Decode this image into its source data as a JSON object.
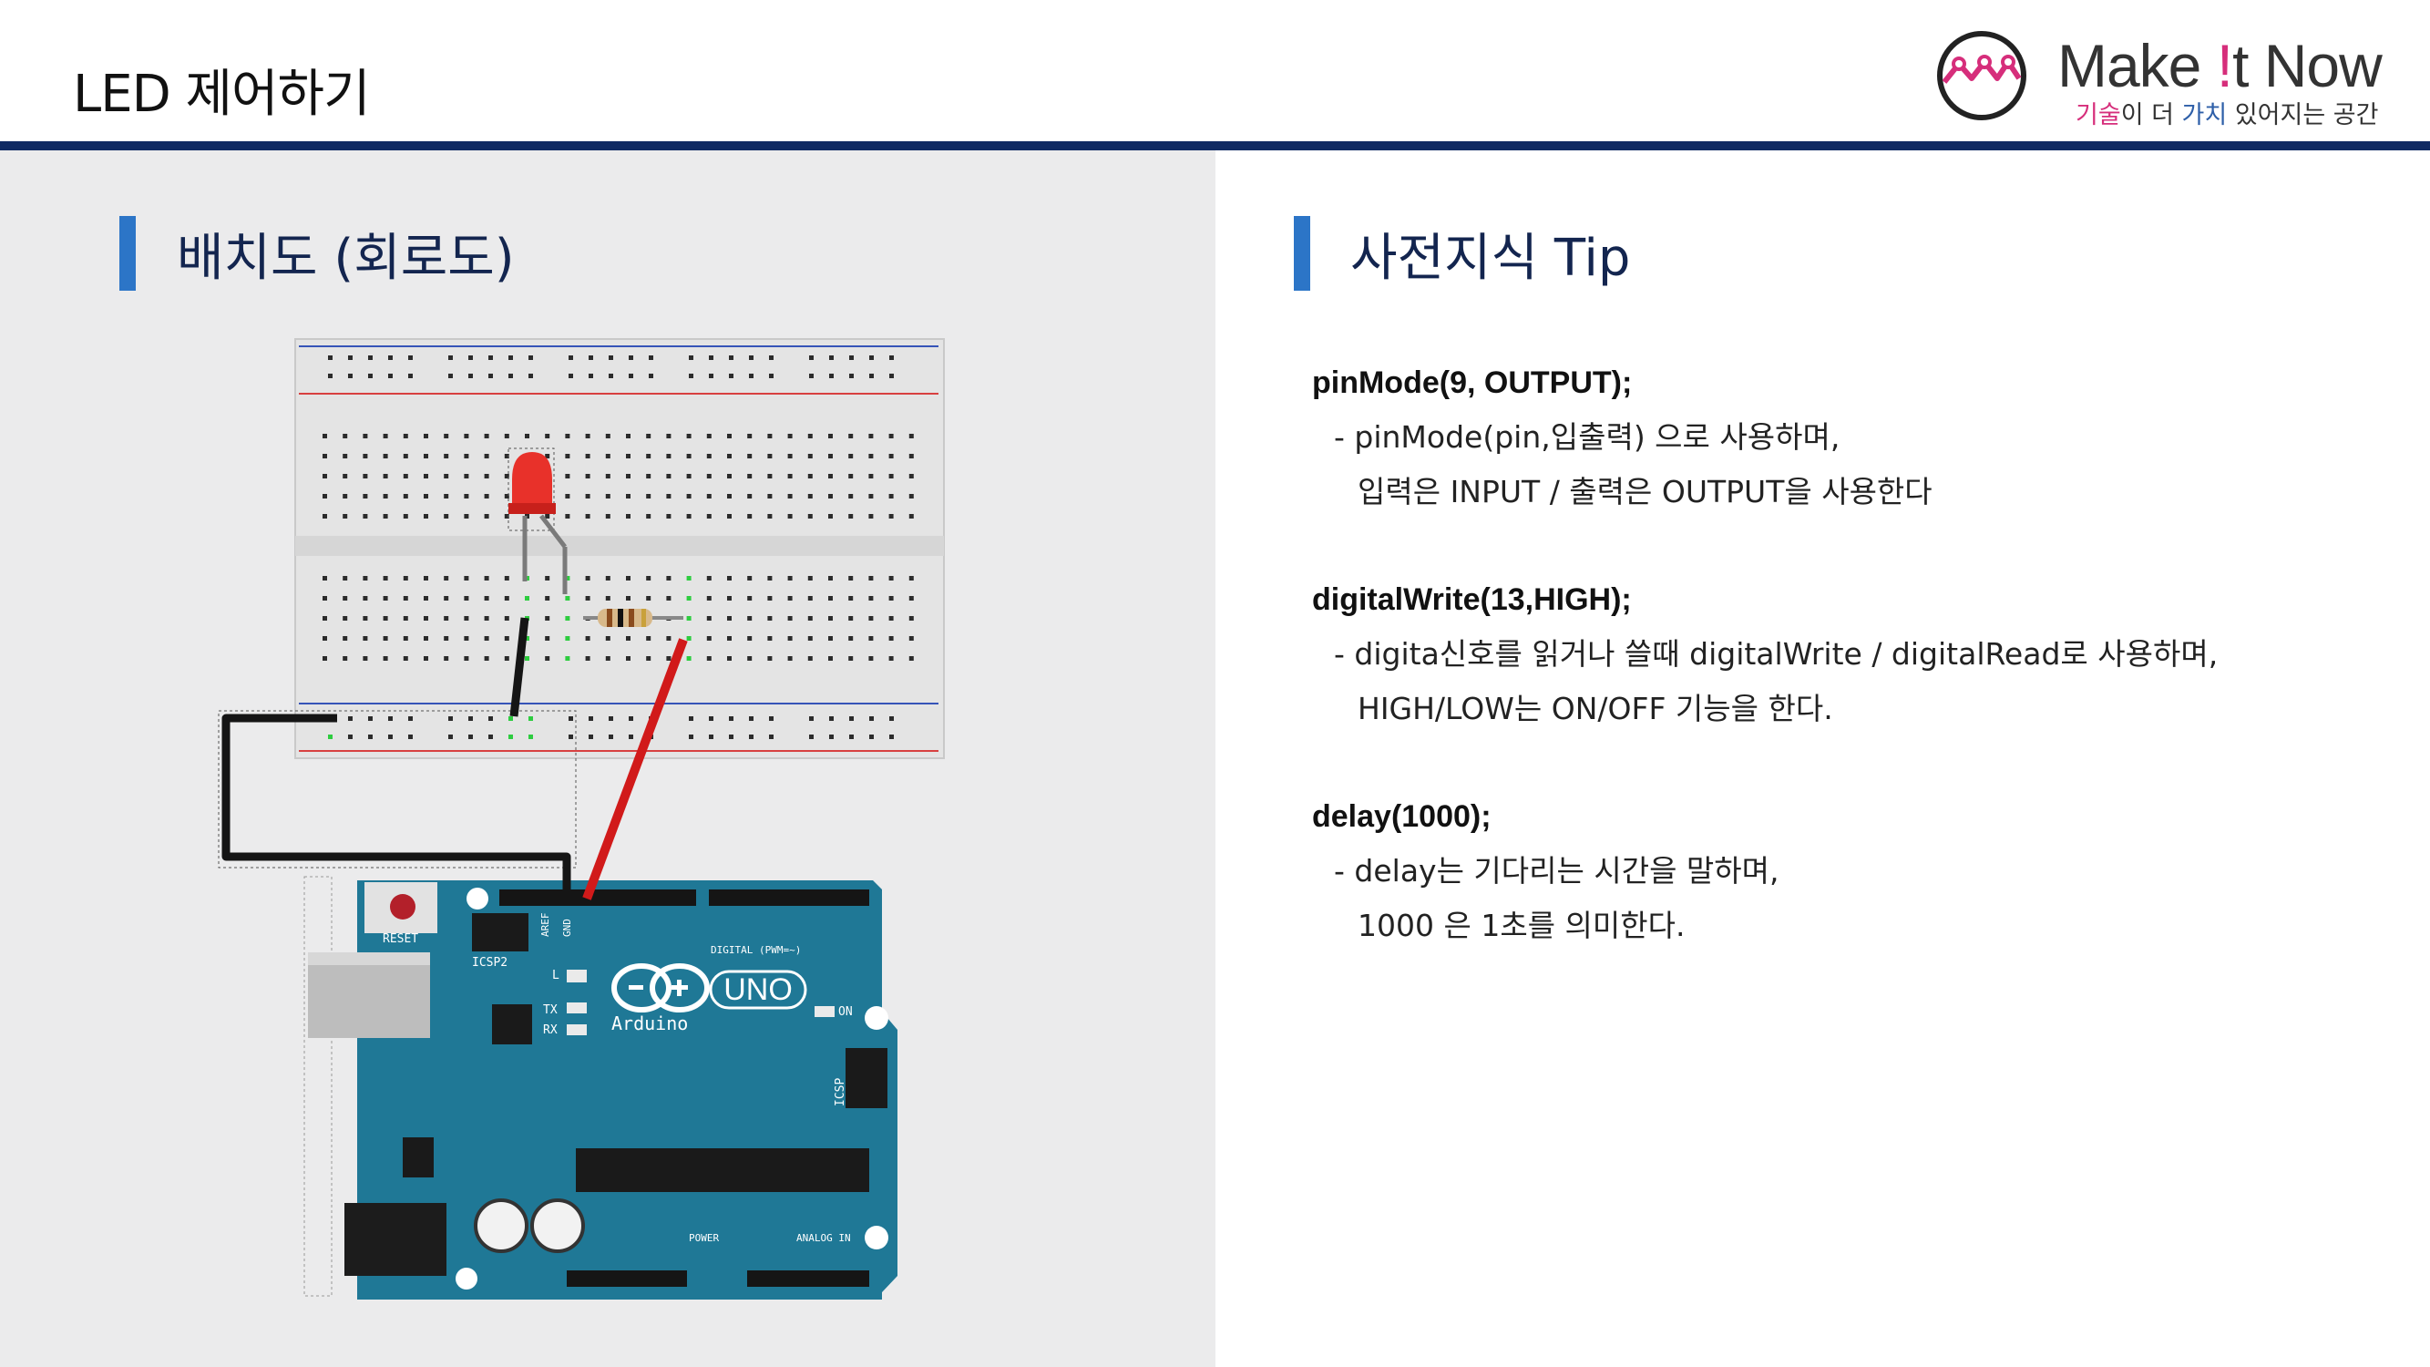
{
  "header": {
    "title": "LED 제어하기",
    "logo": {
      "name_part1": "Make ",
      "name_bang": "!",
      "name_part2": "t Now",
      "tagline_pink": "기술",
      "tagline_mid1": "이 더 ",
      "tagline_blue": "가치",
      "tagline_mid2": " 있어지는 공간"
    }
  },
  "left": {
    "section_title": "배치도 (회로도)",
    "board": {
      "reset_label": "RESET",
      "icsp2_label": "ICSP2",
      "l_label": "L",
      "tx_label": "TX",
      "rx_label": "RX",
      "on_label": "ON",
      "uno_label": "UNO",
      "brand_label": "Arduino",
      "digital_label": "DIGITAL (PWM=~)",
      "icsp_label": "ICSP",
      "power_label": "POWER",
      "analog_label": "ANALOG IN",
      "aref_label": "AREF",
      "gnd_label": "GND"
    }
  },
  "right": {
    "section_title": "사전지식 Tip",
    "tips": [
      {
        "head": "pinMode(9, OUTPUT);",
        "lines": [
          "- pinMode(pin,입출력) 으로 사용하며,",
          "입력은 INPUT / 출력은 OUTPUT을 사용한다"
        ]
      },
      {
        "head": "digitalWrite(13,HIGH);",
        "lines": [
          "- digita신호를 읽거나 쓸때 digitalWrite / digitalRead로 사용하며,",
          "HIGH/LOW는 ON/OFF 기능을 한다."
        ]
      },
      {
        "head": "delay(1000);",
        "lines": [
          "- delay는 기다리는 시간을 말하며,",
          " 1000 은 1초를 의미한다."
        ]
      }
    ]
  },
  "colors": {
    "header_rule": "#102a63",
    "accent_bar": "#2c75c7",
    "heading_text": "#13254f",
    "logo_pink": "#d62e7b",
    "logo_blue": "#2e5fa8",
    "board_teal": "#1f7896",
    "left_panel_bg": "#ebebec",
    "led_red": "#e8312a",
    "wire_red": "#d11a1a",
    "wire_black": "#151515"
  }
}
